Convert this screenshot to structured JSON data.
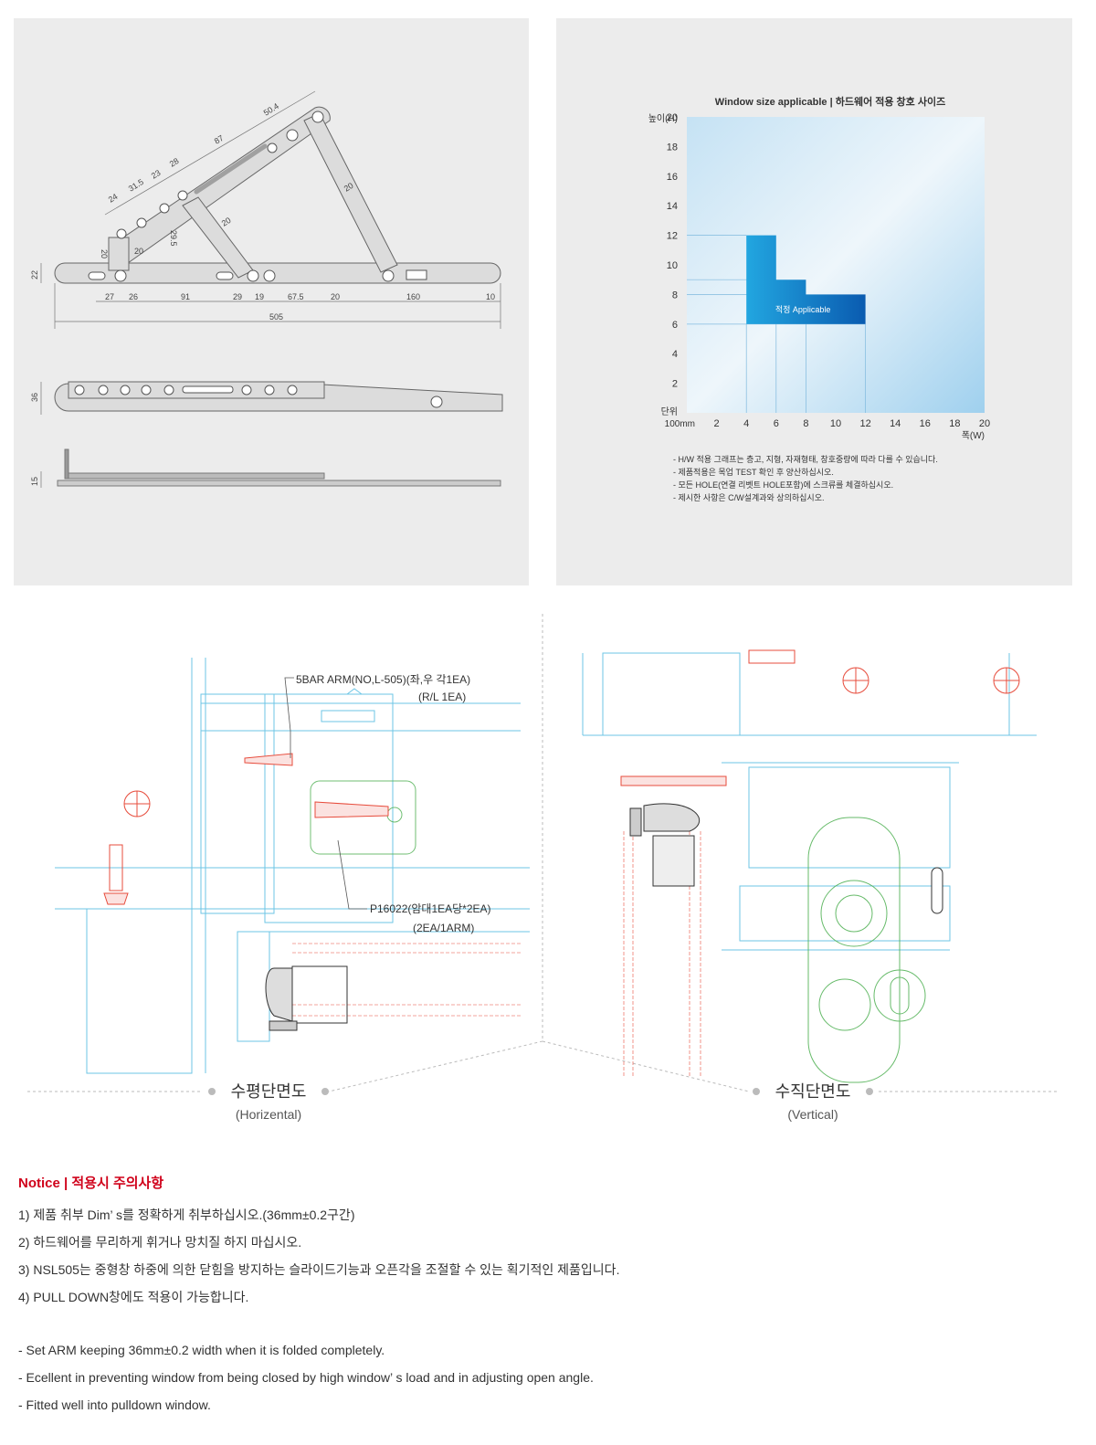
{
  "drawing": {
    "dims_top": [
      "24",
      "31.5",
      "23",
      "28",
      "87",
      "50.4",
      "20",
      "20",
      "20",
      "20",
      "29.5"
    ],
    "dims_bottom": [
      "27",
      "26",
      "91",
      "29",
      "19",
      "67.5",
      "20",
      "160",
      "10"
    ],
    "dim_total": "505",
    "dim_height": "22",
    "dim_side_36": "36",
    "dim_side_15": "15"
  },
  "chart_data": {
    "type": "area",
    "title": "Window size applicable | 하드웨어 적용 창호 사이즈",
    "xlabel": "폭(W)",
    "ylabel": "높이(H)",
    "unit_label": "단위",
    "unit_value": "100mm",
    "xlim": [
      0,
      20
    ],
    "ylim": [
      0,
      20
    ],
    "xticks": [
      "2",
      "4",
      "6",
      "8",
      "10",
      "12",
      "14",
      "16",
      "18",
      "20"
    ],
    "yticks": [
      "2",
      "4",
      "6",
      "8",
      "10",
      "12",
      "14",
      "16",
      "18",
      "20"
    ],
    "region": {
      "name": "적정 Applicable",
      "x": [
        4,
        4,
        6,
        6,
        8,
        8,
        12,
        12
      ],
      "y": [
        6,
        12,
        12,
        9,
        9,
        8,
        8,
        6
      ],
      "color": "#1a8fd8"
    },
    "notes": [
      "- H/W 적용 그래프는 층고, 지형, 자재형태, 창호중량에 따라 다를 수 있습니다.",
      "- 제품적용은 목업 TEST 확인 후 양산하십시오.",
      "- 모든 HOLE(연결 리벳트 HOLE포함)에 스크류를 체결하십시오.",
      "- 제시한 사항은 C/W설계과와 상의하십시오."
    ]
  },
  "sections": {
    "label_arm": "5BAR ARM(NO,L-505)(좌,우 각1EA)",
    "label_arm_sub": "(R/L 1EA)",
    "label_screw": "P16022(암대1EA당*2EA)",
    "label_screw_sub": "(2EA/1ARM)",
    "horizontal_title": "수평단면도",
    "horizontal_sub": "(Horizental)",
    "vertical_title": "수직단면도",
    "vertical_sub": "(Vertical)"
  },
  "notice": {
    "title": "Notice | 적용시 주의사항",
    "items": [
      "1) 제품 취부 Dim’ s를 정확하게 취부하십시오.(36mm±0.2구간)",
      "2) 하드웨어를 무리하게 휘거나 망치질 하지 마십시오.",
      "3) NSL505는 중형창 하중에 의한 닫힘을 방지하는 슬라이드기능과 오픈각을 조절할 수 있는 획기적인 제품입니다.",
      "4) PULL DOWN창에도 적용이 가능합니다."
    ],
    "english": [
      "- Set ARM keeping 36mm±0.2 width when it is folded completely.",
      "- Ecellent in preventing window from being closed by high window’ s load and in adjusting open angle.",
      "- Fitted well into pulldown window."
    ]
  }
}
